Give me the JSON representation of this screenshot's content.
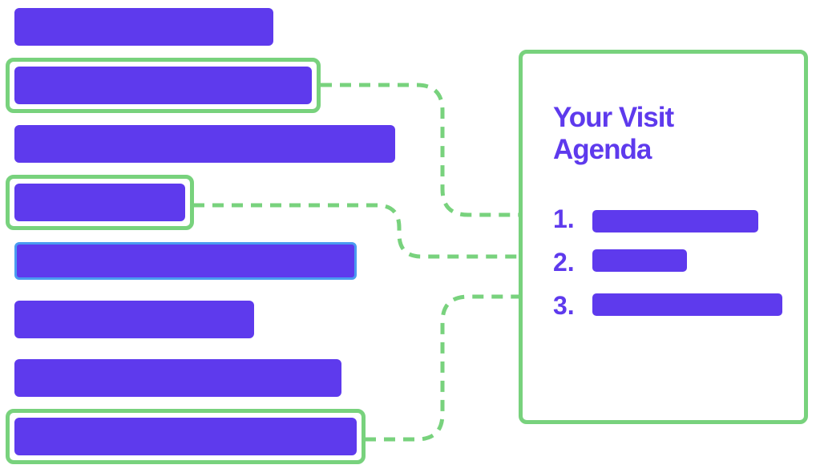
{
  "colors": {
    "bar": "#5e3aed",
    "highlight": "#78d27d",
    "focus": "#4a9bf0",
    "title": "#5e3aed",
    "background": "#ffffff"
  },
  "source_list": {
    "items": [
      {
        "highlighted": false,
        "focused": false
      },
      {
        "highlighted": true,
        "focused": false
      },
      {
        "highlighted": false,
        "focused": false
      },
      {
        "highlighted": true,
        "focused": false
      },
      {
        "highlighted": false,
        "focused": true
      },
      {
        "highlighted": false,
        "focused": false
      },
      {
        "highlighted": false,
        "focused": false
      },
      {
        "highlighted": true,
        "focused": false
      }
    ]
  },
  "agenda": {
    "title": "Your Visit Agenda",
    "items": [
      {
        "number": "1.",
        "linked_source_item": 2
      },
      {
        "number": "2.",
        "linked_source_item": 4
      },
      {
        "number": "3.",
        "linked_source_item": 8
      }
    ]
  }
}
